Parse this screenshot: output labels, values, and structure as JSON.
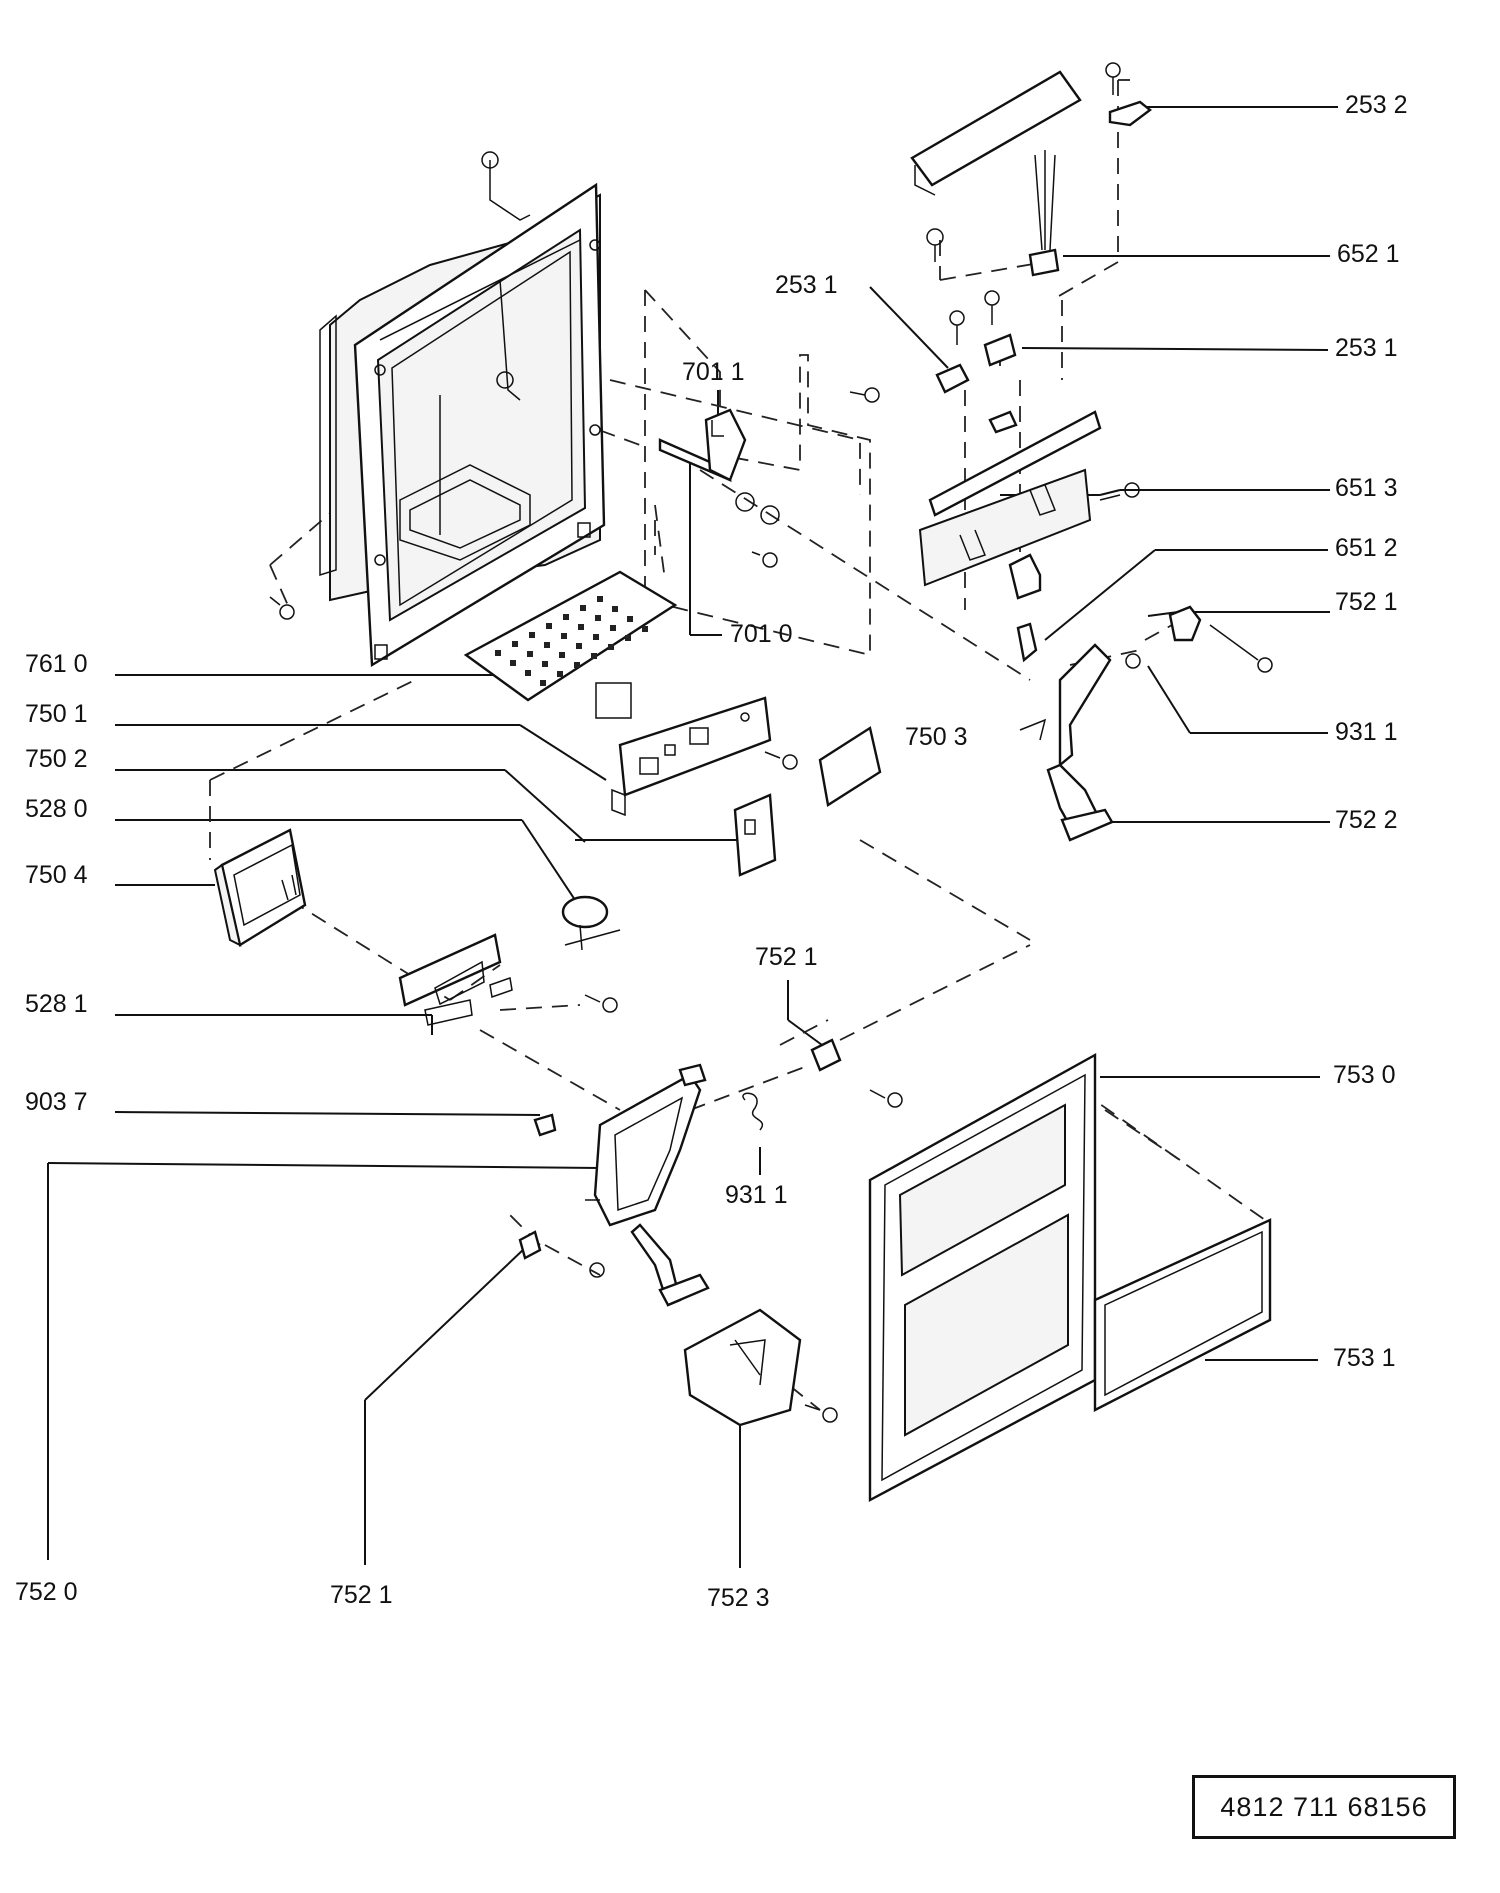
{
  "document_number": "4812 711 68156",
  "callouts": [
    {
      "id": "c-2532",
      "text": "253 2"
    },
    {
      "id": "c-6521",
      "text": "652 1"
    },
    {
      "id": "c-2531-top",
      "text": "253 1"
    },
    {
      "id": "c-2531-right",
      "text": "253 1"
    },
    {
      "id": "c-7011",
      "text": "701 1"
    },
    {
      "id": "c-7010",
      "text": "701 0"
    },
    {
      "id": "c-6513",
      "text": "651 3"
    },
    {
      "id": "c-6512",
      "text": "651 2"
    },
    {
      "id": "c-7521-right",
      "text": "752 1"
    },
    {
      "id": "c-9311-right",
      "text": "931 1"
    },
    {
      "id": "c-7522",
      "text": "752 2"
    },
    {
      "id": "c-7610",
      "text": "761 0"
    },
    {
      "id": "c-7501",
      "text": "750 1"
    },
    {
      "id": "c-7502",
      "text": "750 2"
    },
    {
      "id": "c-7503",
      "text": "750 3"
    },
    {
      "id": "c-5280",
      "text": "528 0"
    },
    {
      "id": "c-7504",
      "text": "750 4"
    },
    {
      "id": "c-5281",
      "text": "528 1"
    },
    {
      "id": "c-7521-mid",
      "text": "752 1"
    },
    {
      "id": "c-7530",
      "text": "753 0"
    },
    {
      "id": "c-9037",
      "text": "903 7"
    },
    {
      "id": "c-9311-mid",
      "text": "931 1"
    },
    {
      "id": "c-7531",
      "text": "753 1"
    },
    {
      "id": "c-7520",
      "text": "752 0"
    },
    {
      "id": "c-7521-bottom",
      "text": "752 1"
    },
    {
      "id": "c-7523",
      "text": "752 3"
    }
  ]
}
